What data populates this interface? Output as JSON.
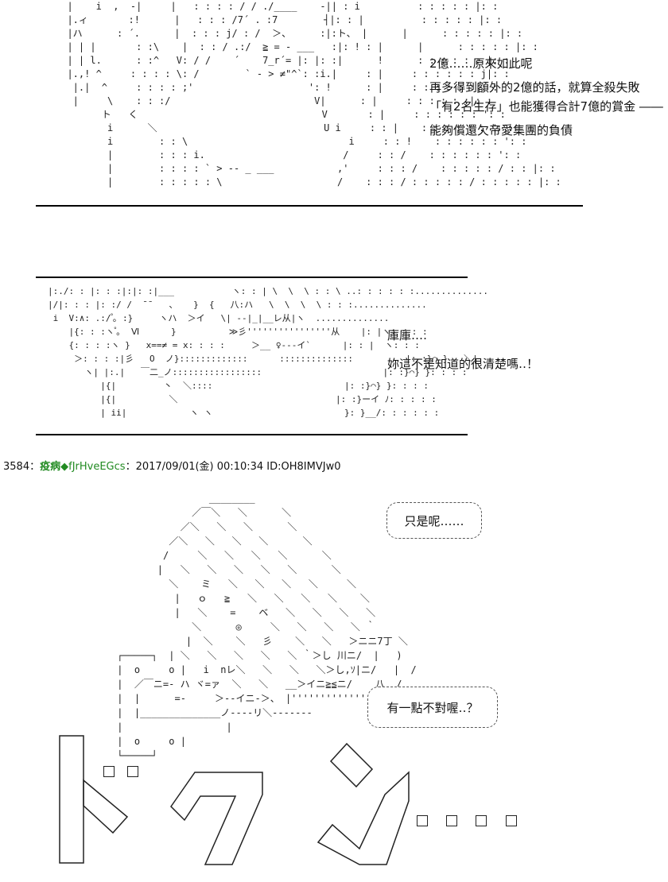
{
  "panel1": {
    "dialog": [
      "2億……原來如此呢",
      "再多得到額外的2億的話，就算全殺失敗",
      "「有2名生存」也能獲得合計7億的賞金 ――",
      "能夠償還欠帝愛集團的負債"
    ]
  },
  "panel2": {
    "dialog": [
      "庫庫‥‥",
      "妳這不是知道的很清楚嗎‥！"
    ]
  },
  "post": {
    "number": "3584",
    "separator": "：",
    "name": "疫病",
    "trip": "◆fJrHveEGcs",
    "meta": "：2017/09/01(金) 00:10:34 ID:OH8IMVJw0"
  },
  "panel3": {
    "bubble1": "只是呢‥‥‥",
    "bubble2": "有一點不對喔‥？"
  },
  "colors": {
    "name_color": "#228b22",
    "text": "#111111"
  }
}
